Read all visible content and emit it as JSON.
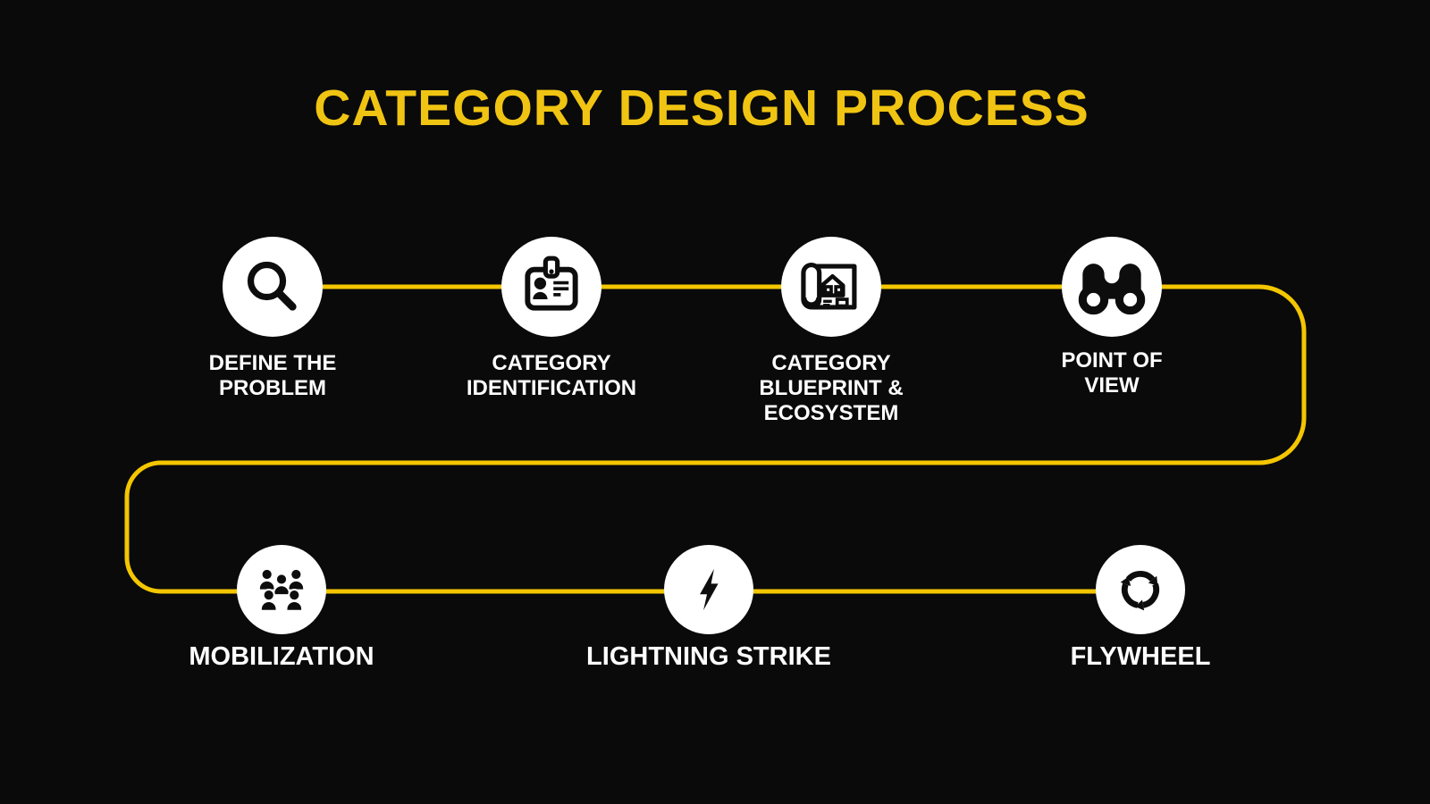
{
  "title": {
    "text": "CATEGORY DESIGN PROCESS"
  },
  "colors": {
    "background": "#0a0a0a",
    "connector_line": "#f3c600",
    "title_text": "#f0c412",
    "step_circle": "#ffffff",
    "icon_glyph": "#0d0d0d",
    "label_text": "#ffffff"
  },
  "steps": [
    {
      "id": "define-the-problem",
      "label": "DEFINE THE\nPROBLEM",
      "icon": "magnifier-icon",
      "row": 1
    },
    {
      "id": "category-identification",
      "label": "CATEGORY\nIDENTIFICATION",
      "icon": "id-badge-icon",
      "row": 1
    },
    {
      "id": "category-blueprint",
      "label": "CATEGORY\nBLUEPRINT &\nECOSYSTEM",
      "icon": "blueprint-icon",
      "row": 1
    },
    {
      "id": "point-of-view",
      "label": "POINT OF\nVIEW",
      "icon": "binoculars-icon",
      "row": 1
    },
    {
      "id": "mobilization",
      "label": "MOBILIZATION",
      "icon": "people-group-icon",
      "row": 2
    },
    {
      "id": "lightning-strike",
      "label": "LIGHTNING STRIKE",
      "icon": "lightning-bolt-icon",
      "row": 2
    },
    {
      "id": "flywheel",
      "label": "FLYWHEEL",
      "icon": "cycle-arrows-icon",
      "row": 2
    }
  ]
}
